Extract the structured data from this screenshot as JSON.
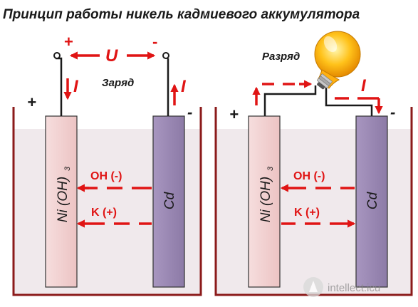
{
  "title": "Принцип работы никель кадмиевого аккумулятора",
  "colors": {
    "arrow": "#e01414",
    "electrolyte": "#f0e9ec",
    "vessel": "#8b1a1a",
    "anode_plate": "#f3cfcf",
    "cathode_plate": "#9a89b3"
  },
  "charge": {
    "plus_terminal": "+",
    "minus_terminal": "-",
    "voltage": "U",
    "mode": "Заряд",
    "current_left": "I",
    "current_right": "I",
    "vessel_plus": "+",
    "vessel_minus": "-",
    "anode_chem": "Ni (OH)",
    "anode_sub": "3",
    "cathode": "Cd",
    "ion_oh": "OH (-)",
    "ion_k": "K (+)"
  },
  "discharge": {
    "mode": "Разряд",
    "current": "I",
    "vessel_plus": "+",
    "vessel_minus": "-",
    "anode_chem": "Ni (OH)",
    "anode_sub": "3",
    "cathode": "Cd",
    "ion_oh": "OH (-)",
    "ion_k": "K (+)",
    "lamp": "light-bulb-icon"
  },
  "watermark": "intellect.icu"
}
